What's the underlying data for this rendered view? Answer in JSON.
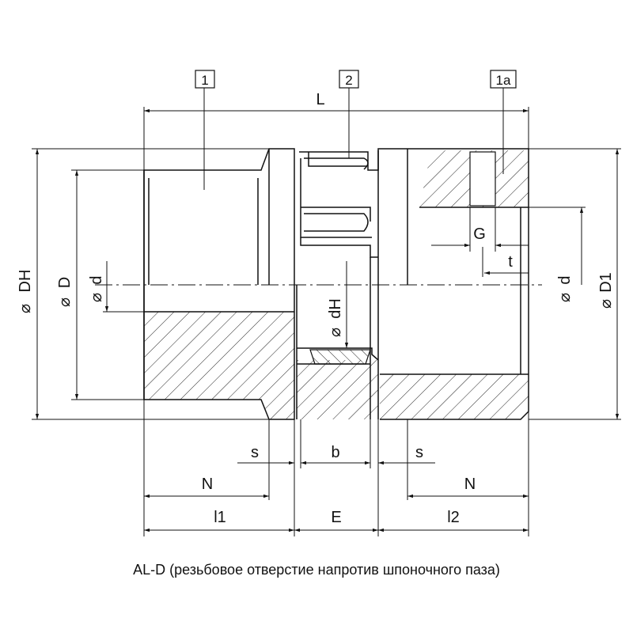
{
  "callouts": {
    "part1": "1",
    "part2": "2",
    "part1a": "1a"
  },
  "dimensions": {
    "L": "L",
    "DH": "DH",
    "D": "D",
    "d_left": "d",
    "dH": "dH",
    "G": "G",
    "t": "t",
    "d_right": "d",
    "D1": "D1",
    "s_left": "s",
    "b": "b",
    "s_right": "s",
    "N_left": "N",
    "N_right": "N",
    "l1": "l1",
    "E": "E",
    "l2": "l2"
  },
  "caption": "AL-D (резьбовое отверстие напротив шпоночного паза)"
}
